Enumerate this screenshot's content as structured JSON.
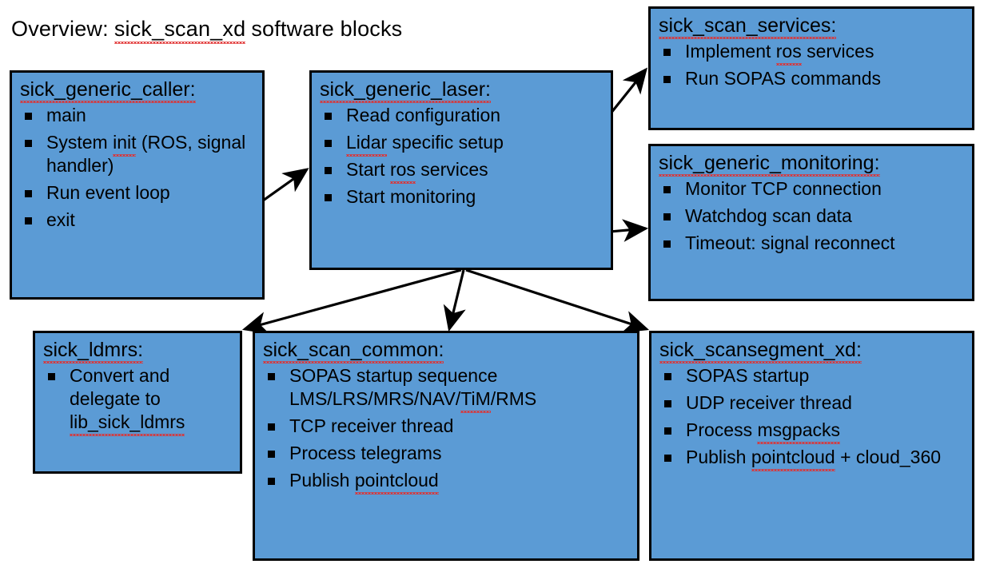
{
  "title": {
    "prefix": "Overview:",
    "highlighted": "sick_scan_xd",
    "suffix": "software blocks",
    "full": "Overview: sick_scan_xd software blocks"
  },
  "colors": {
    "block_fill": "#5B9BD5",
    "block_border": "#000000",
    "text": "#000000",
    "spellcheck_underline": "#E03030",
    "background": "#FFFFFF"
  },
  "blocks": [
    {
      "id": "sick_generic_caller",
      "title": "sick_generic_caller:",
      "bullets": [
        {
          "text": "main"
        },
        {
          "text": "System init (ROS, signal handler)",
          "misspelled": "init"
        },
        {
          "text": "Run event loop"
        },
        {
          "text": "exit"
        }
      ]
    },
    {
      "id": "sick_generic_laser",
      "title": "sick_generic_laser:",
      "bullets": [
        {
          "text": "Read configuration"
        },
        {
          "text": "Lidar specific setup",
          "misspelled": "Lidar"
        },
        {
          "text": "Start ros services",
          "misspelled": "ros"
        },
        {
          "text": "Start monitoring"
        }
      ]
    },
    {
      "id": "sick_scan_services",
      "title": "sick_scan_services:",
      "bullets": [
        {
          "text": "Implement ros services",
          "misspelled": "ros"
        },
        {
          "text": "Run SOPAS commands"
        }
      ]
    },
    {
      "id": "sick_generic_monitoring",
      "title": "sick_generic_monitoring:",
      "bullets": [
        {
          "text": "Monitor TCP connection"
        },
        {
          "text": "Watchdog scan data"
        },
        {
          "text": "Timeout: signal reconnect"
        }
      ]
    },
    {
      "id": "sick_ldmrs",
      "title": "sick_ldmrs:",
      "bullets": [
        {
          "text": "Convert and delegate to lib_sick_ldmrs",
          "misspelled": "lib_sick_ldmrs"
        }
      ]
    },
    {
      "id": "sick_scan_common",
      "title": "sick_scan_common:",
      "bullets": [
        {
          "text": "SOPAS startup sequence LMS/LRS/MRS/NAV/TiM/RMS",
          "misspelled": "TiM"
        },
        {
          "text": "TCP receiver thread"
        },
        {
          "text": "Process telegrams"
        },
        {
          "text": "Publish pointcloud",
          "misspelled": "pointcloud"
        }
      ]
    },
    {
      "id": "sick_scansegment_xd",
      "title": "sick_scansegment_xd:",
      "bullets": [
        {
          "text": "SOPAS startup"
        },
        {
          "text": "UDP receiver thread"
        },
        {
          "text": "Process msgpacks",
          "misspelled": "msgpacks"
        },
        {
          "text": "Publish pointcloud + cloud_360",
          "misspelled": "pointcloud"
        }
      ]
    }
  ],
  "connections": [
    {
      "from": "sick_generic_caller",
      "to": "sick_generic_laser",
      "label": ""
    },
    {
      "from": "sick_generic_laser",
      "to": "sick_scan_services",
      "label": ""
    },
    {
      "from": "sick_generic_laser",
      "to": "sick_generic_monitoring",
      "label": ""
    },
    {
      "from": "sick_generic_laser",
      "to": "sick_ldmrs",
      "label": ""
    },
    {
      "from": "sick_generic_laser",
      "to": "sick_scan_common",
      "label": ""
    },
    {
      "from": "sick_generic_laser",
      "to": "sick_scansegment_xd",
      "label": ""
    }
  ]
}
